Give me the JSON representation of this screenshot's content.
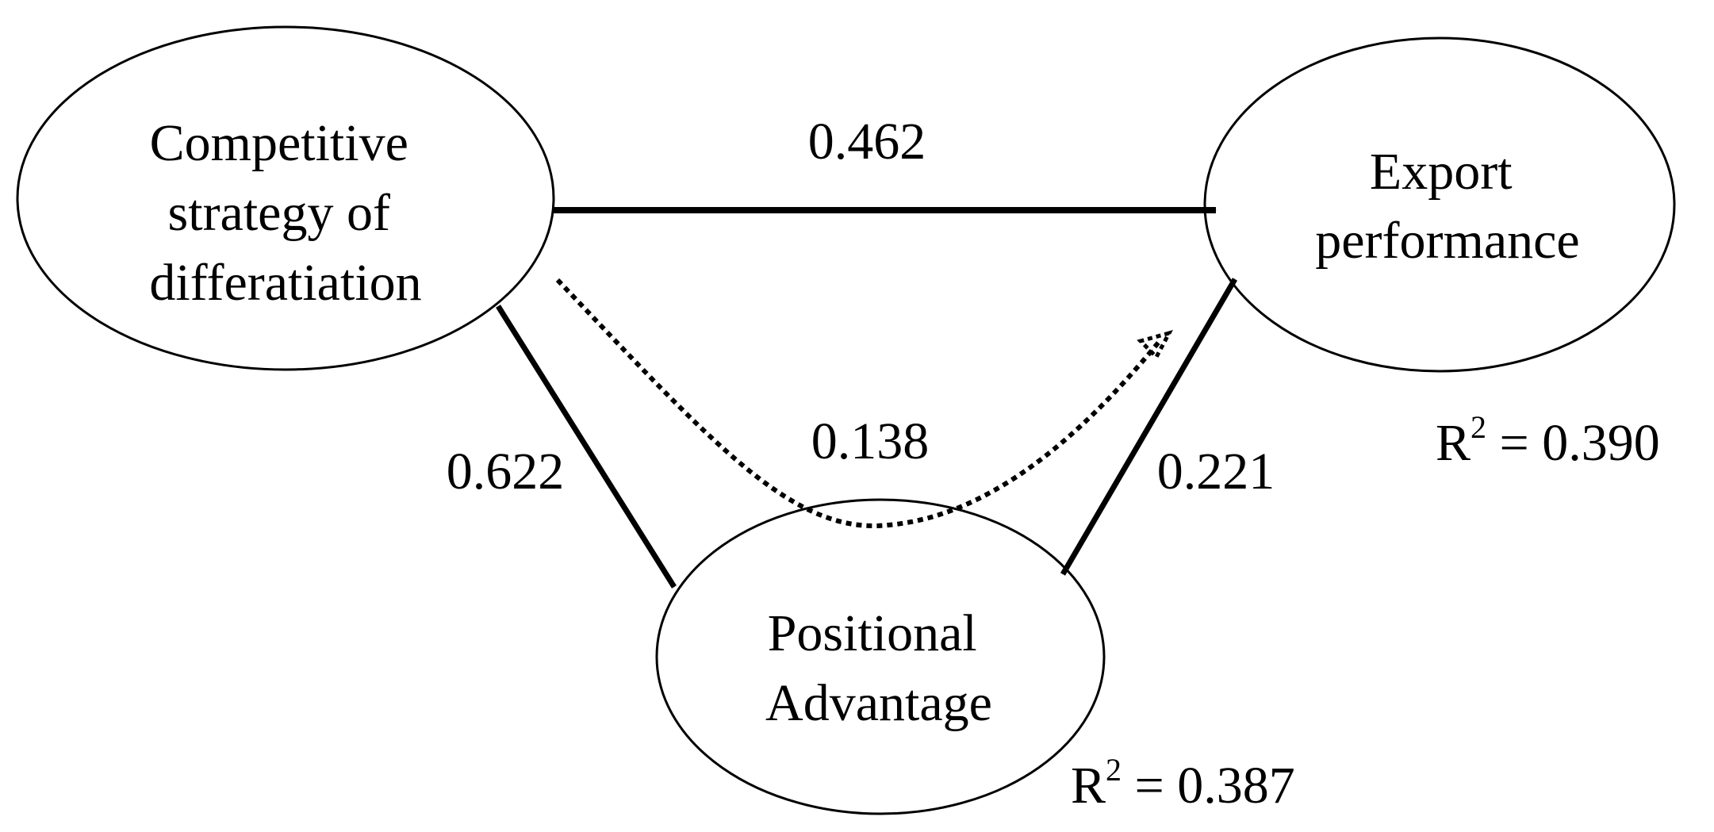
{
  "nodes": {
    "competitive_strategy": {
      "lines": [
        "Competitive",
        "strategy of",
        "differatiation"
      ]
    },
    "export_performance": {
      "lines": [
        "Export",
        "performance"
      ]
    },
    "positional_advantage": {
      "lines": [
        "Positional",
        "Advantage"
      ]
    }
  },
  "paths": {
    "strategy_to_export": {
      "coefficient": "0.462",
      "style": "solid"
    },
    "strategy_to_positional": {
      "coefficient": "0.622",
      "style": "solid"
    },
    "positional_to_export": {
      "coefficient": "0.221",
      "style": "solid"
    },
    "indirect_effect": {
      "coefficient": "0.138",
      "style": "dotted"
    }
  },
  "r_squared": {
    "symbol": "R",
    "superscript": "2",
    "export_performance": " = 0.390",
    "positional_advantage": " = 0.387"
  },
  "colors": {
    "stroke": "#000000",
    "background": "#ffffff"
  }
}
